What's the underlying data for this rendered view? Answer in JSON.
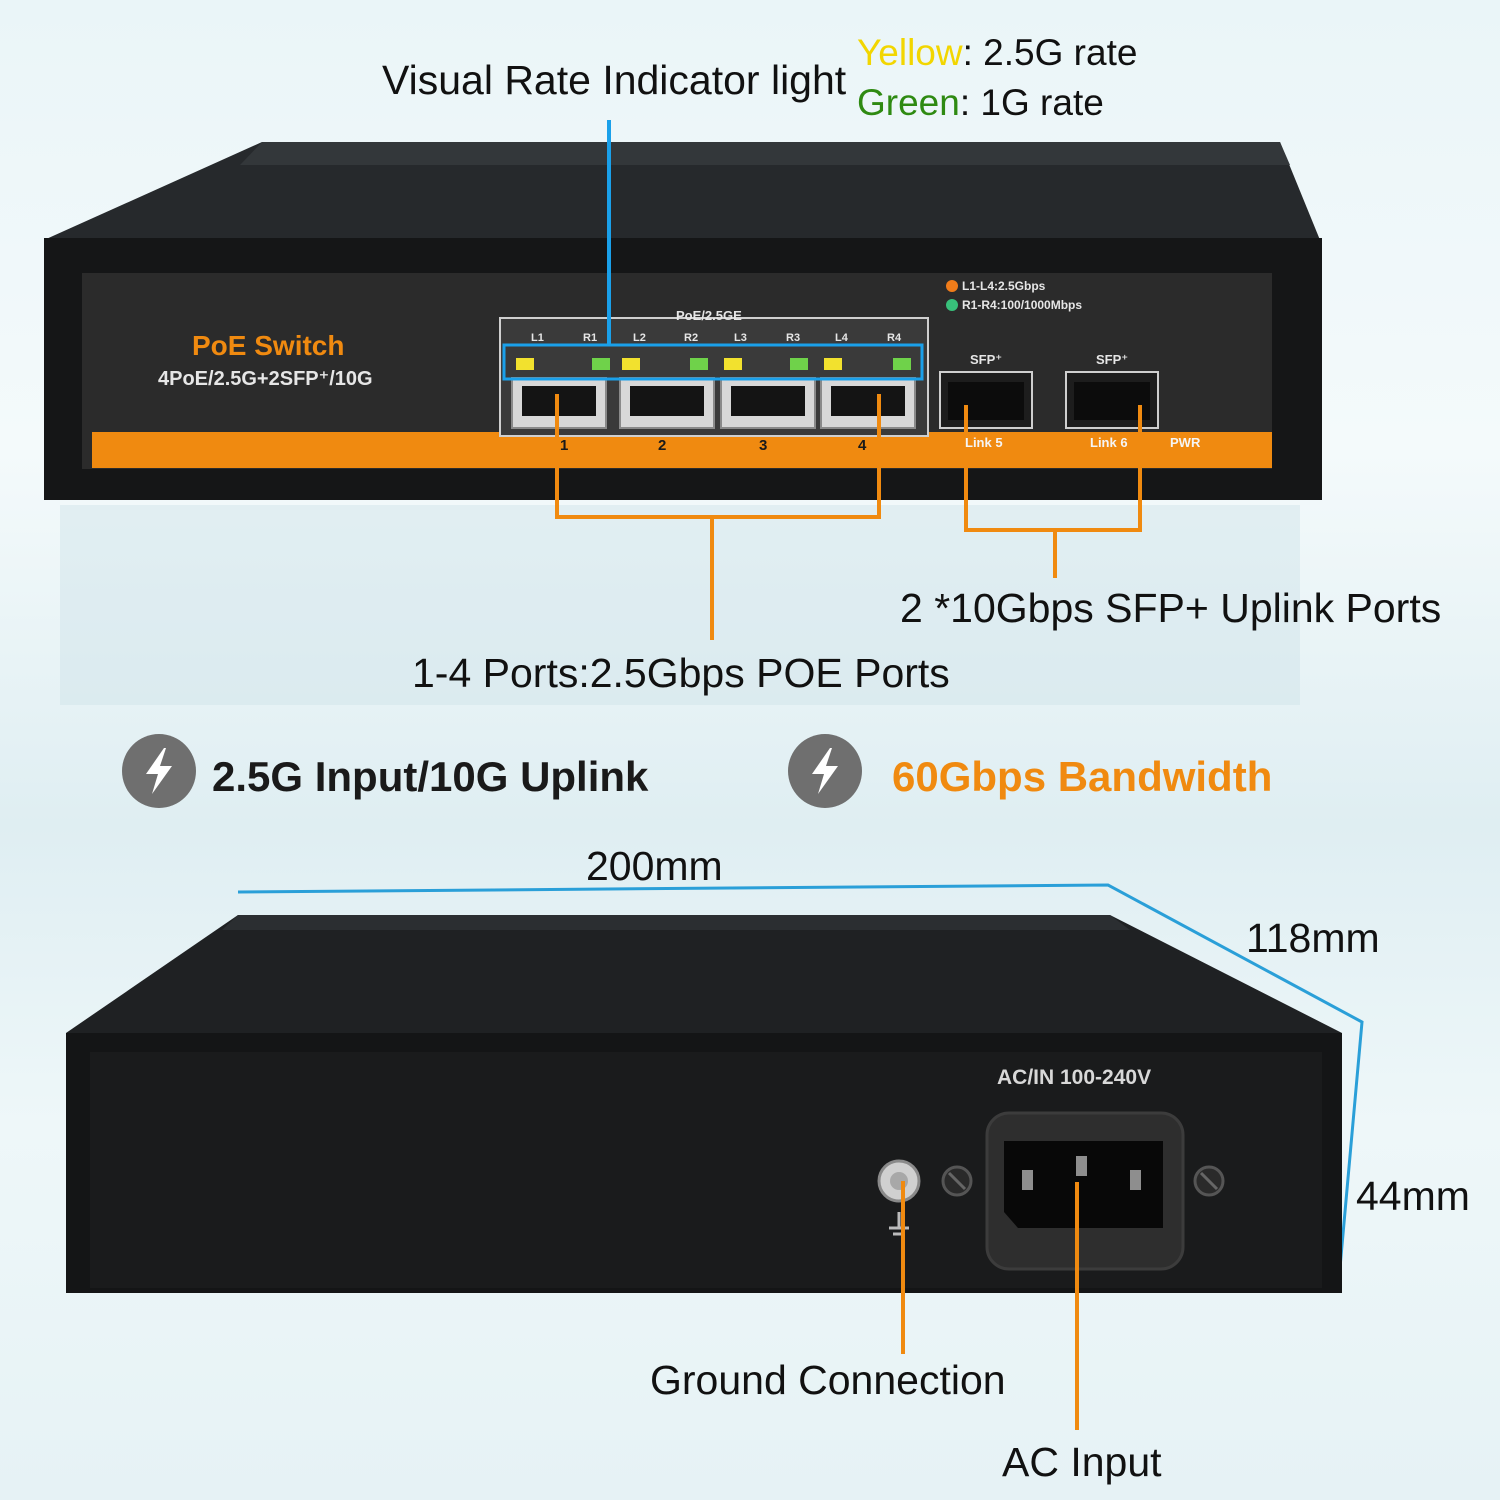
{
  "legend": {
    "yellow_word": "Yellow",
    "yellow_rest": ": 2.5G rate",
    "green_word": "Green",
    "green_rest": ": 1G rate",
    "yellow_color": "#f2d600",
    "green_color": "#2e8a12"
  },
  "callouts": {
    "indicator": "Visual Rate Indicator light",
    "sfp_ports": "2 *10Gbps SFP+ Uplink Ports",
    "poe_ports": "1-4 Ports:2.5Gbps POE Ports",
    "ground": "Ground Connection",
    "ac_input": "AC Input"
  },
  "features": [
    {
      "text": "2.5G Input/10G Uplink",
      "icon": "lightning-bolt-icon",
      "color": "#1a1a1a"
    },
    {
      "text": "60Gbps Bandwidth",
      "icon": "lightning-bolt-icon",
      "color": "#f08a10"
    }
  ],
  "dimensions": {
    "width": "200mm",
    "depth": "118mm",
    "height": "44mm"
  },
  "front_panel": {
    "brand_title": "PoE Switch",
    "model": "4PoE/2.5G+2SFP⁺/10G",
    "group_label": "PoE/2.5GE",
    "led_labels": [
      "L1",
      "R1",
      "L2",
      "R2",
      "L3",
      "R3",
      "L4",
      "R4"
    ],
    "led_legend_1": "L1-L4:2.5Gbps",
    "led_legend_2": "R1-R4:100/1000Mbps",
    "sfp_label": "SFP⁺",
    "port_numbers": [
      "1",
      "2",
      "3",
      "4"
    ],
    "link5": "Link  5",
    "link6": "Link  6",
    "pwr": "PWR"
  },
  "rear_panel": {
    "power_label": "AC/IN 100-240V"
  },
  "colors": {
    "accent_orange": "#f08a10",
    "dimension_blue": "#2a9fd8",
    "indicator_blue": "#1aa0ea"
  }
}
